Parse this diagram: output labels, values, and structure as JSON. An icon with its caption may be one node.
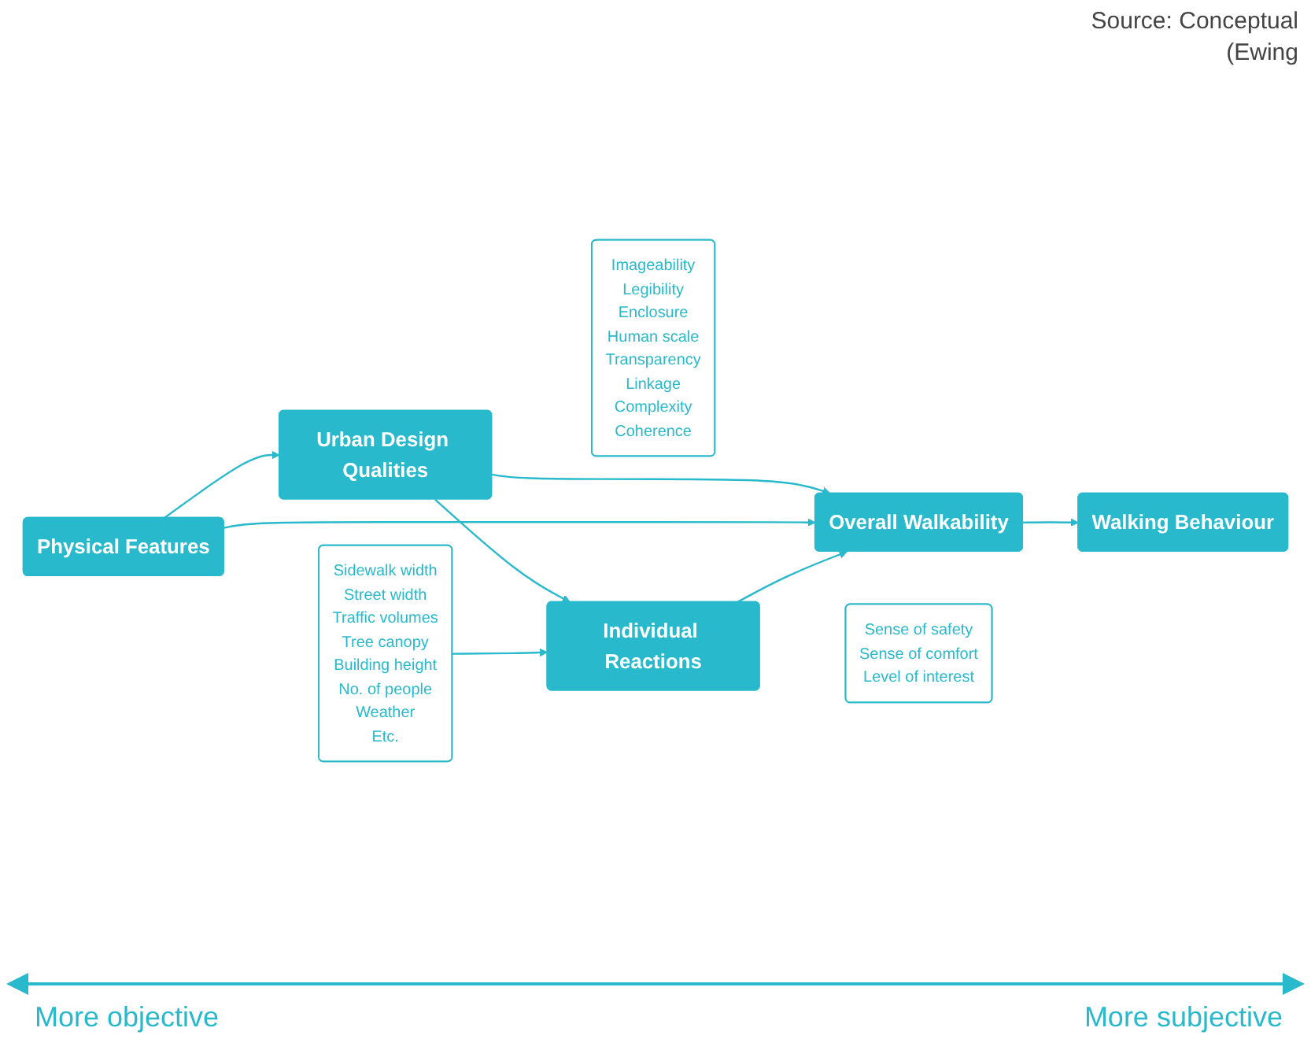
{
  "diagram": {
    "nodes": [
      {
        "text": [
          "Imageability",
          "Legibility",
          "Enclosure",
          "Human scale",
          "Transparency",
          "Linkage",
          "Complexity",
          "Coherence"
        ]
      },
      {
        "text": [
          "Urban Design Qualities"
        ]
      },
      {
        "text": [
          "Physical Features"
        ]
      },
      {
        "text": [
          "Overall Walkability"
        ]
      },
      {
        "text": [
          "Walking Behaviour"
        ]
      },
      {
        "text": [
          "Individual Reactions"
        ]
      },
      {
        "text": [
          "Sidewalk width",
          "Street width",
          "Traffic volumes",
          "Tree canopy",
          "Building height",
          "No. of people",
          "Weather",
          "Etc."
        ]
      },
      {
        "text": [
          "Sense of safety",
          "Sense of comfort",
          "Level of interest"
        ]
      }
    ],
    "edges": [
      {
        "from": 2,
        "to": 1,
        "arrow": "to"
      },
      {
        "from": 1,
        "to": 3,
        "arrow": "to"
      },
      {
        "from": 2,
        "to": 3,
        "arrow": "to"
      },
      {
        "from": 1,
        "to": 5,
        "arrow": "to"
      },
      {
        "from": 6,
        "to": 5,
        "arrow": "to"
      },
      {
        "from": 5,
        "to": 3,
        "arrow": "to"
      },
      {
        "from": 3,
        "to": 4,
        "arrow": "to"
      }
    ],
    "labels": [
      "Source: Conceptual",
      "(Ewing",
      "More objective",
      "More subjective"
    ]
  }
}
